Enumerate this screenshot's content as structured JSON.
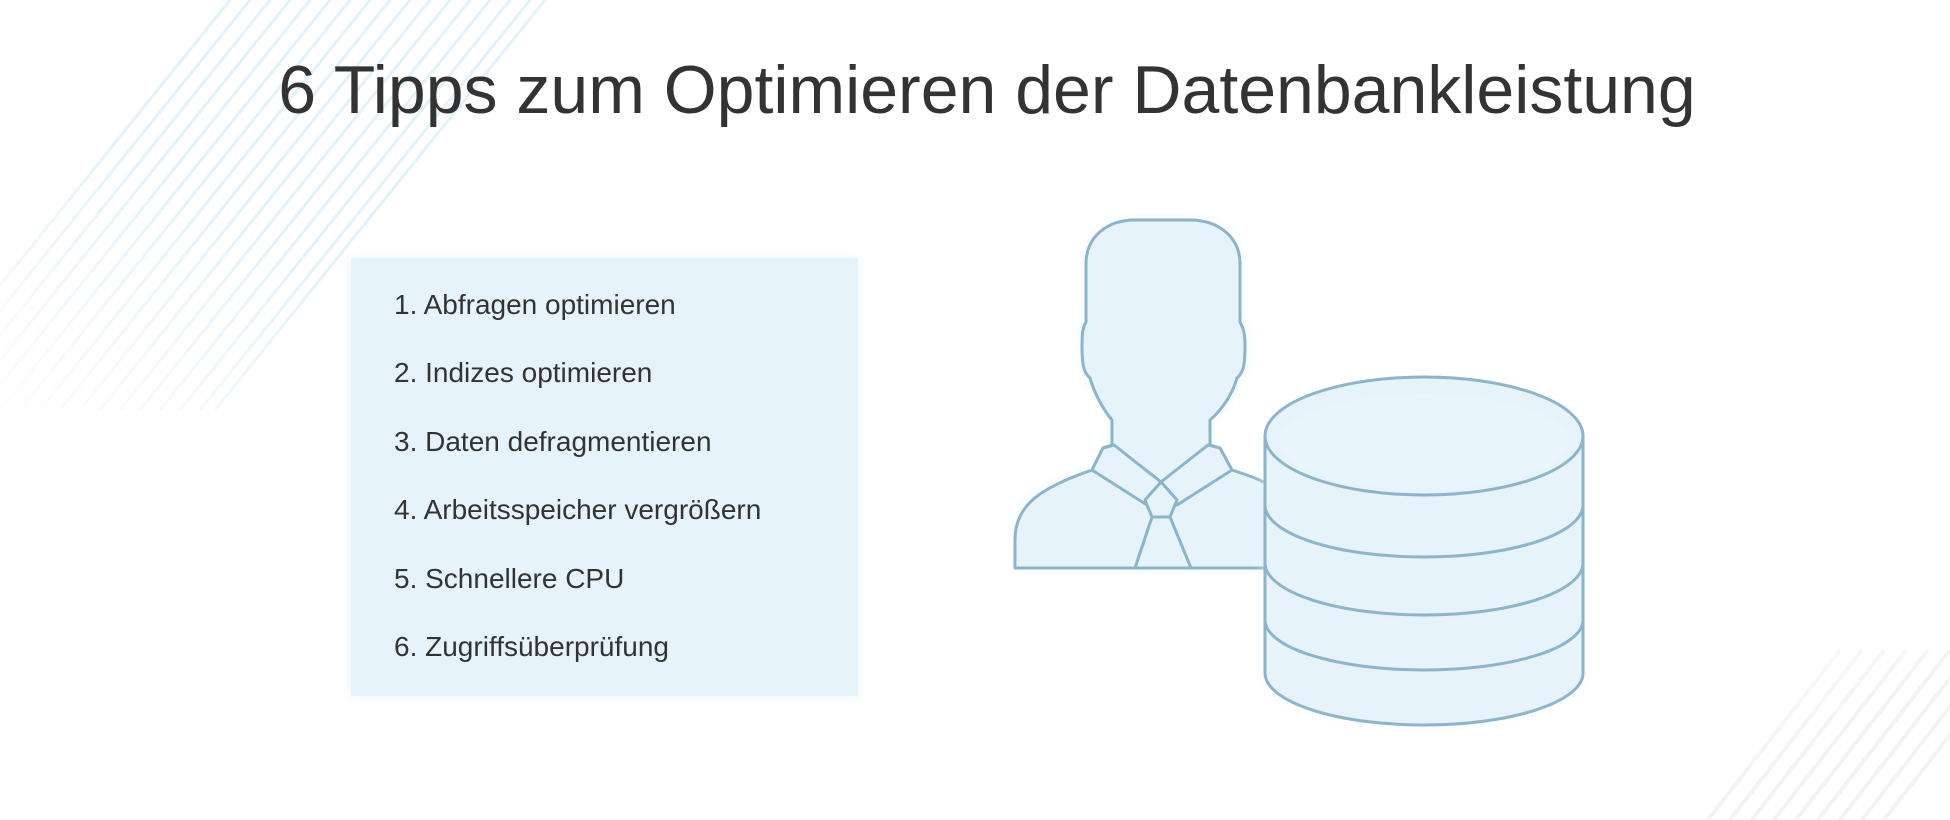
{
  "title": "6 Tipps zum Optimieren der Datenbankleistung",
  "tips": [
    {
      "number": "1.",
      "label": "Abfragen optimieren",
      "text": "1. Abfragen optimieren"
    },
    {
      "number": "2.",
      "label": "Indizes optimieren",
      "text": "2. Indizes optimieren"
    },
    {
      "number": "3.",
      "label": "Daten defragmentieren",
      "text": "3. Daten defragmentieren"
    },
    {
      "number": "4.",
      "label": "Arbeitsspeicher vergrößern",
      "text": "4. Arbeitsspeicher vergrößern"
    },
    {
      "number": "5.",
      "label": "Schnellere CPU",
      "text": "5. Schnellere CPU"
    },
    {
      "number": "6.",
      "label": "Zugriffsüberprüfung",
      "text": "6. Zugriffsüberprüfung"
    }
  ],
  "illustration": {
    "icons": [
      "user-icon",
      "database-icon"
    ]
  },
  "colors": {
    "text": "#333333",
    "panel_fill": "#e6f3fb",
    "icon_fill": "#e6f3fb",
    "icon_stroke": "#8db4c9",
    "stripe": "#e3f1fa",
    "stripe_faint": "#f3f5f7",
    "background": "#ffffff"
  }
}
